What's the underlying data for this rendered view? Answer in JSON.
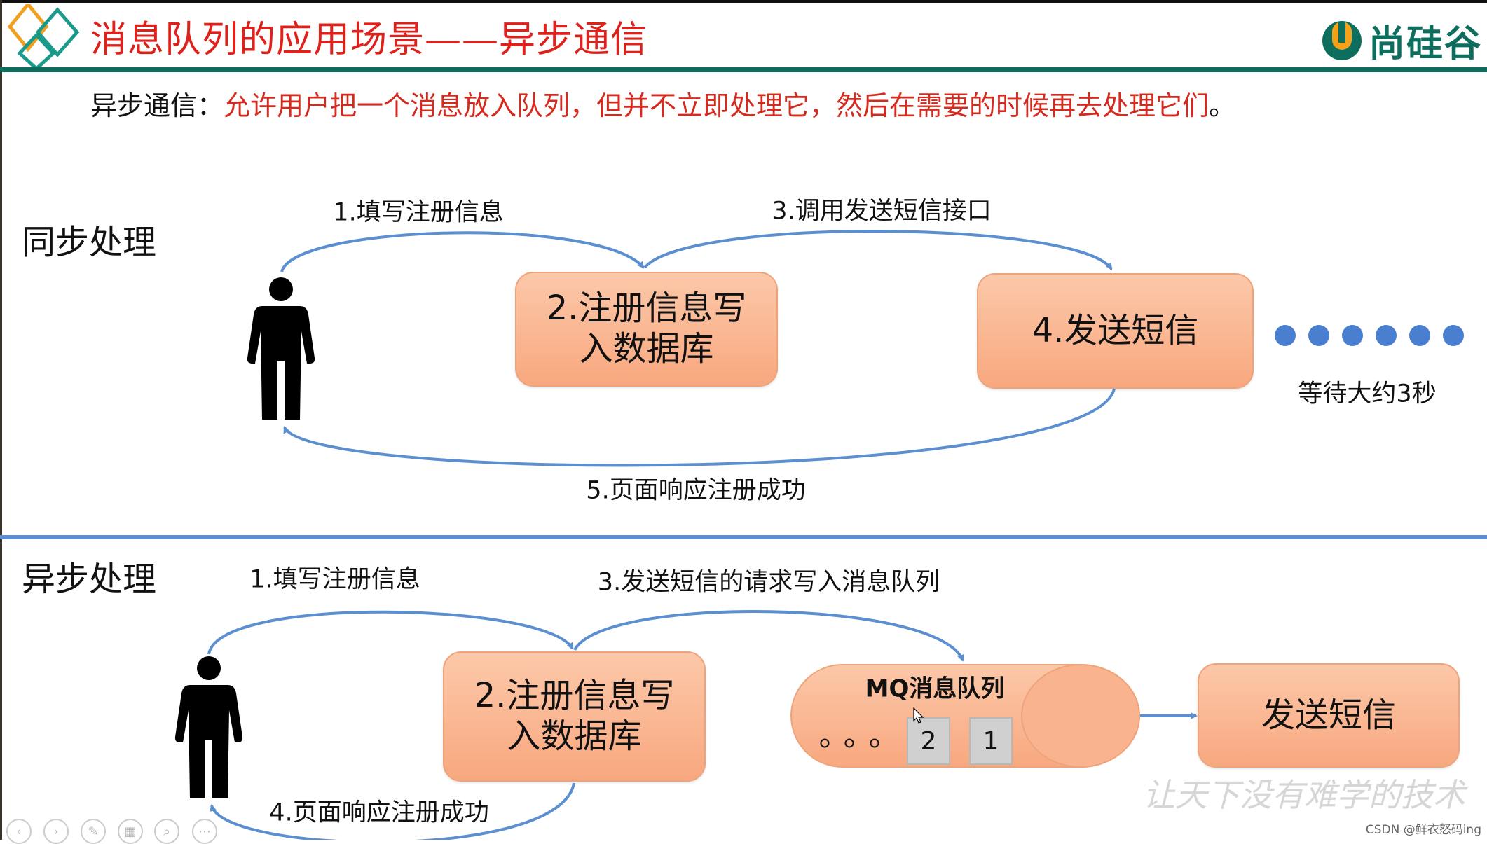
{
  "title": "消息队列的应用场景——异步通信",
  "subtitle": {
    "key": "异步通信：",
    "value": "允许用户把一个消息放入队列，但并不立即处理它，然后在需要的时候再去处理它们",
    "end": "。"
  },
  "logo": {
    "text": "尚硅谷",
    "mark": "U"
  },
  "sync": {
    "heading": "同步处理",
    "step1": "1.填写注册信息",
    "step2": "2.注册信息写\n入数据库",
    "step3": "3.调用发送短信接口",
    "step4": "4.发送短信",
    "step5": "5.页面响应注册成功",
    "wait": "等待大约3秒",
    "wait_dots": 6
  },
  "async": {
    "heading": "异步处理",
    "step1": "1.填写注册信息",
    "step2": "2.注册信息写\n入数据库",
    "step3": "3.发送短信的请求写入消息队列",
    "step4": "4.页面响应注册成功",
    "mq_label": "MQ消息队列",
    "mq_ellipsis": "。。。",
    "mq_items": [
      "2",
      "1"
    ],
    "send_sms": "发送短信"
  },
  "watermark": "让天下没有难学的技术",
  "credit": "CSDN @鲜衣怒码ing",
  "colors": {
    "title": "#e0201b",
    "accent": "#0e6e5e",
    "arrow": "#5b8fd0",
    "box": "#f8a87f"
  }
}
